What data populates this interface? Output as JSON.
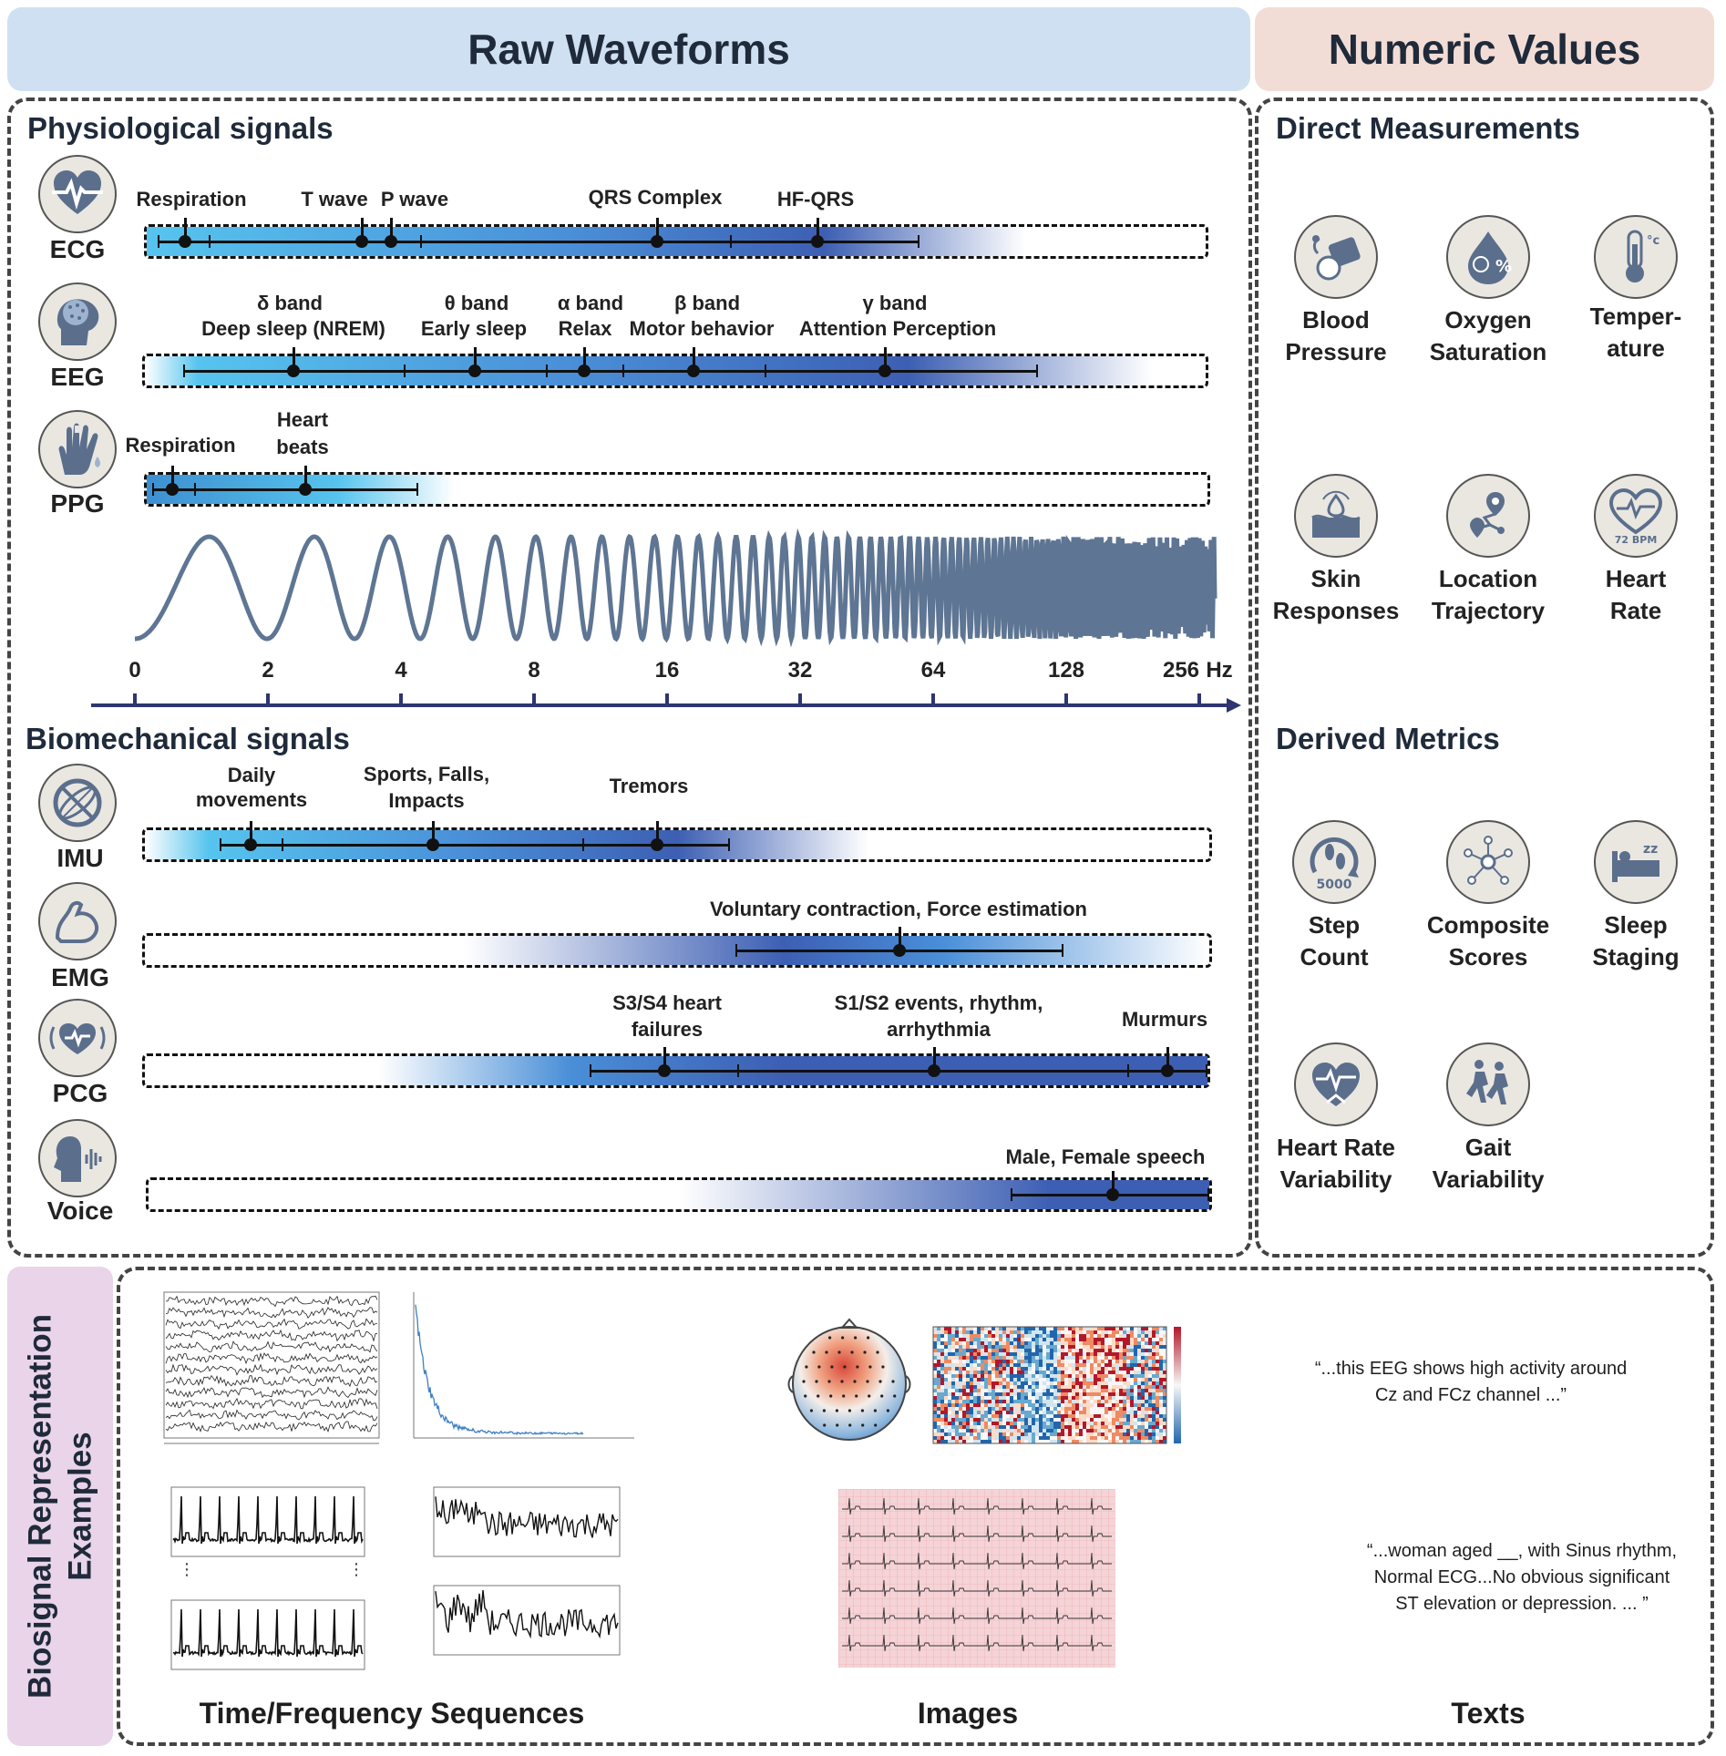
{
  "header": {
    "raw_waveforms": "Raw Waveforms",
    "numeric_values": "Numeric Values",
    "raw_color": "#cfe0f2",
    "numeric_color": "#f2ddd6",
    "side_color": "#e9d4ea"
  },
  "physiological": {
    "title": "Physiological signals",
    "ecg": {
      "name": "ECG",
      "labels": [
        "Respiration",
        "T wave",
        "P wave",
        "QRS Complex",
        "HF-QRS"
      ]
    },
    "eeg": {
      "name": "EEG",
      "bands": [
        {
          "greek": "δ band",
          "desc": "Deep sleep (NREM)"
        },
        {
          "greek": "θ band",
          "desc": "Early sleep"
        },
        {
          "greek": "α band",
          "desc": "Relax"
        },
        {
          "greek": "β band",
          "desc": "Motor behavior"
        },
        {
          "greek": "γ band",
          "desc": "Attention Perception"
        }
      ]
    },
    "ppg": {
      "name": "PPG",
      "labels": [
        "Respiration",
        "Heart\nbeats"
      ]
    }
  },
  "frequency_axis": {
    "ticks": [
      "0",
      "2",
      "4",
      "8",
      "16",
      "32",
      "64",
      "128",
      "256"
    ],
    "unit": "Hz"
  },
  "biomechanical": {
    "title": "Biomechanical signals",
    "imu": {
      "name": "IMU",
      "labels": [
        "Daily\nmovements",
        "Sports, Falls,\nImpacts",
        "Tremors"
      ]
    },
    "emg": {
      "name": "EMG",
      "labels": [
        "Voluntary contraction, Force estimation"
      ]
    },
    "pcg": {
      "name": "PCG",
      "labels": [
        "S3/S4 heart\nfailures",
        "S1/S2 events, rhythm,\narrhythmia",
        "Murmurs"
      ]
    },
    "voice": {
      "name": "Voice",
      "labels": [
        "Male, Female speech"
      ]
    }
  },
  "numeric": {
    "direct_title": "Direct Measurements",
    "direct": [
      {
        "label": "Blood\nPressure",
        "icon": "blood-pressure-icon"
      },
      {
        "label": "Oxygen\nSaturation",
        "icon": "oxygen-icon",
        "badge": "%"
      },
      {
        "label": "Temper-\nature",
        "icon": "thermometer-icon",
        "badge": "°c"
      },
      {
        "label": "Skin\nResponses",
        "icon": "skin-icon"
      },
      {
        "label": "Location\nTrajectory",
        "icon": "location-icon"
      },
      {
        "label": "Heart\nRate",
        "icon": "heart-rate-icon",
        "badge": "72 BPM"
      }
    ],
    "derived_title": "Derived Metrics",
    "derived": [
      {
        "label": "Step\nCount",
        "icon": "step-icon",
        "badge": "5000"
      },
      {
        "label": "Composite\nScores",
        "icon": "network-icon"
      },
      {
        "label": "Sleep\nStaging",
        "icon": "sleep-icon",
        "badge": "zz"
      },
      {
        "label": "Heart Rate\nVariability",
        "icon": "hrv-icon"
      },
      {
        "label": "Gait\nVariability",
        "icon": "gait-icon"
      }
    ]
  },
  "examples": {
    "side_title": "Biosignal Representation\nExamples",
    "captions": [
      "Time/Frequency Sequences",
      "Images",
      "Texts"
    ],
    "quote1": "“...this EEG shows high activity around\nCz and FCz channel  ...”",
    "quote2": "“...woman aged __, with Sinus rhythm,\nNormal ECG...No obvious significant\nST elevation or depression. ... ”"
  }
}
